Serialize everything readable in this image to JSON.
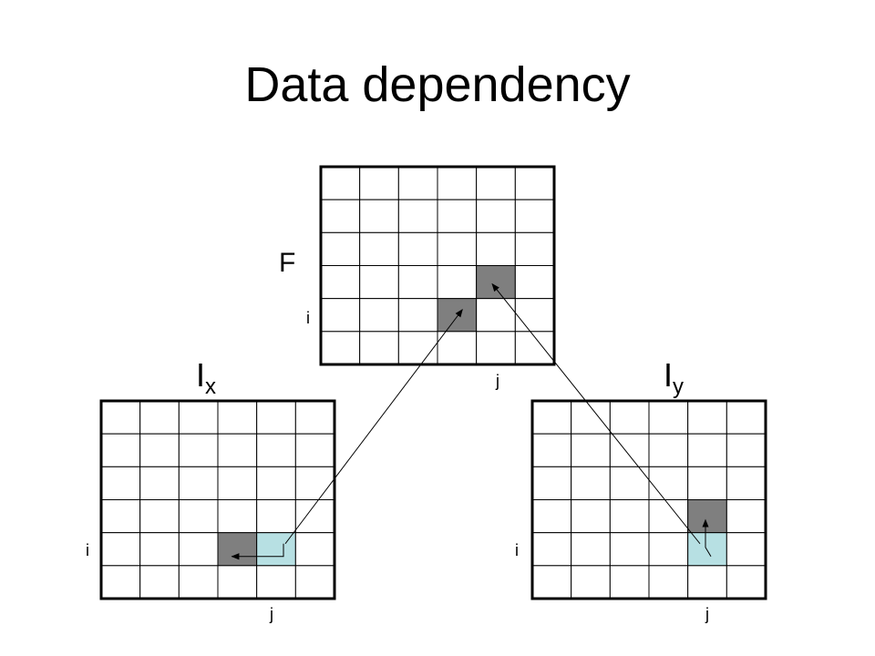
{
  "title": "Data dependency",
  "colors": {
    "grid_line": "#000000",
    "dependency_cell": "#7f7f7f",
    "current_cell": "#b7e0e3"
  },
  "grids": {
    "F": {
      "label": "F",
      "label_sub": "",
      "row_label": "i",
      "col_label": "j",
      "rows": 6,
      "cols": 6,
      "highlighted": [
        {
          "row": 3,
          "col": 4,
          "kind": "dependency"
        },
        {
          "row": 4,
          "col": 3,
          "kind": "dependency"
        }
      ]
    },
    "Ix": {
      "label": "I",
      "label_sub": "x",
      "row_label": "i",
      "col_label": "j",
      "rows": 6,
      "cols": 6,
      "highlighted": [
        {
          "row": 4,
          "col": 3,
          "kind": "dependency"
        },
        {
          "row": 4,
          "col": 4,
          "kind": "current"
        }
      ]
    },
    "Iy": {
      "label": "I",
      "label_sub": "y",
      "row_label": "i",
      "col_label": "j",
      "rows": 6,
      "cols": 6,
      "highlighted": [
        {
          "row": 3,
          "col": 4,
          "kind": "dependency"
        },
        {
          "row": 4,
          "col": 4,
          "kind": "current"
        }
      ]
    }
  },
  "arrows": [
    {
      "from_grid": "Ix",
      "from_cell": [
        4,
        4
      ],
      "to_grid": "Ix",
      "to_cell": [
        4,
        3
      ]
    },
    {
      "from_grid": "Ix",
      "from_cell": [
        4,
        4
      ],
      "to_grid": "F",
      "to_cell": [
        4,
        3
      ]
    },
    {
      "from_grid": "Iy",
      "from_cell": [
        4,
        4
      ],
      "to_grid": "Iy",
      "to_cell": [
        3,
        4
      ]
    },
    {
      "from_grid": "Iy",
      "from_cell": [
        4,
        4
      ],
      "to_grid": "F",
      "to_cell": [
        3,
        4
      ]
    }
  ]
}
